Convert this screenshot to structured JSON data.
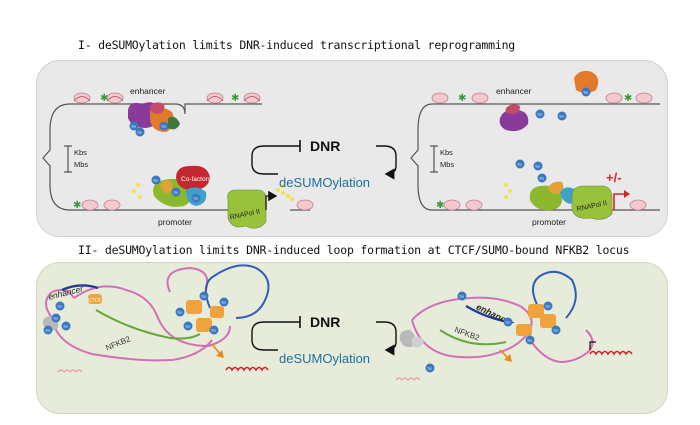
{
  "section1": {
    "title": "I- deSUMOylation limits DNR-induced transcriptional reprogramming",
    "enhancer_left": "enhancer",
    "enhancer_right": "enhancer",
    "promoter_left": "promoter",
    "promoter_right": "promoter",
    "kbs_left": "Kbs",
    "mbs_left": "Mbs",
    "kbs_right": "Kbs",
    "mbs_right": "Mbs",
    "cofactors": "Co-factors",
    "rnapol_left": "RNAPol II",
    "rnapol_right": "RNAPol II",
    "plusminus": "+/-",
    "dnr": "DNR",
    "desumo": "deSUMOylation"
  },
  "section2": {
    "title": "II- deSUMOylation limits DNR-induced loop formation at CTCF/SUMO-bound NFKB2 locus",
    "enhancer_left": "enhancer",
    "enhancer_right": "enhancer",
    "nfkb2_left": "NFKB2",
    "nfkb2_right": "NFKB2",
    "ctcf": "CTCF",
    "dnr": "DNR",
    "desumo": "deSUMOylation"
  },
  "sumo_label": "Su",
  "colors": {
    "panel1_bg": "#e9e9e9",
    "panel2_bg": "#e7ecda",
    "desumo_text": "#1f6f9f",
    "sumo_blue": "#3a78c2",
    "red_dna": "#c8262b",
    "pink_loop": "#d36fb7",
    "blue_loop": "#2f5fb8",
    "green_loop": "#6aa53c"
  }
}
